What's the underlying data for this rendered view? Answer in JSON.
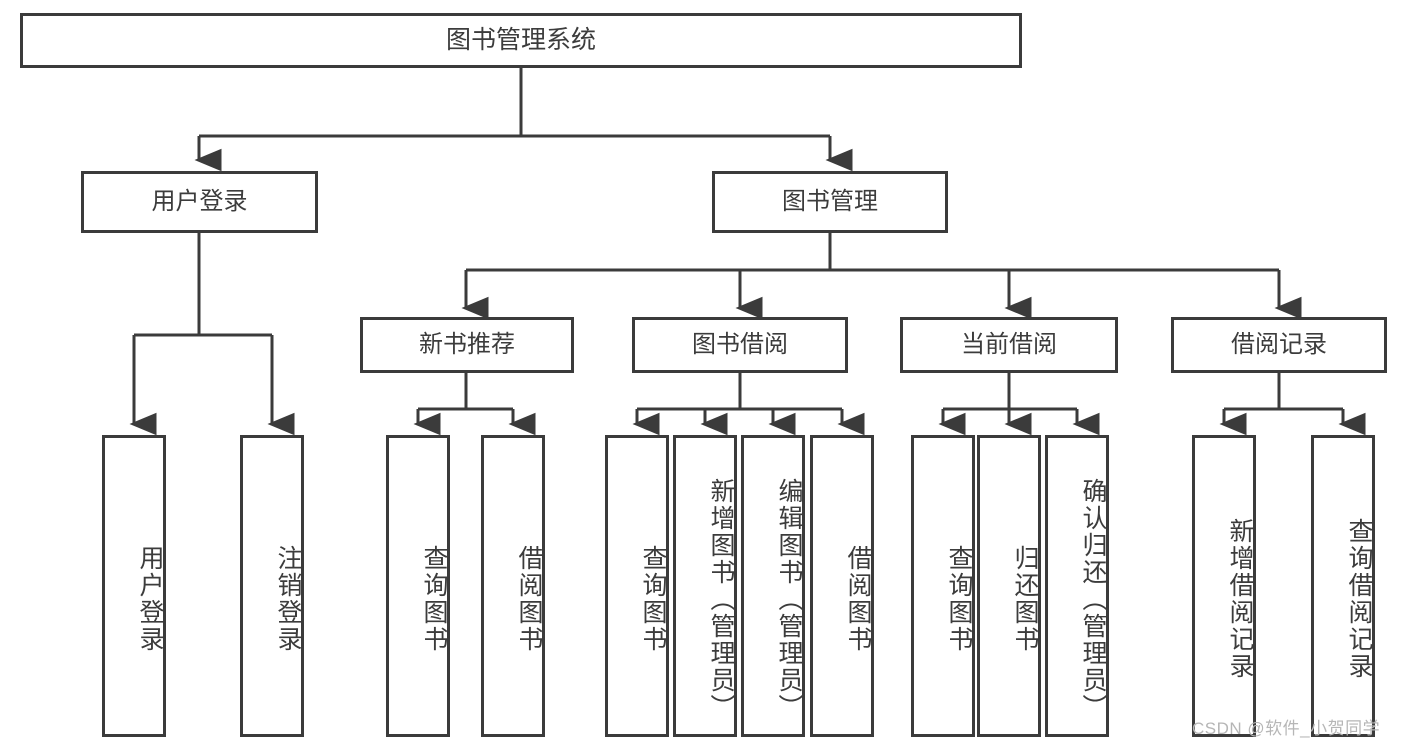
{
  "diagram": {
    "type": "tree-hierarchy-chart",
    "title": "图书管理系统",
    "colors": {
      "stroke": "#3b3b3b",
      "text": "#3c3c3c",
      "background": "#ffffff",
      "watermark": "#b6b6b6"
    },
    "root": {
      "label": "图书管理系统"
    },
    "level1": [
      {
        "label": "用户登录"
      },
      {
        "label": "图书管理"
      }
    ],
    "level2": [
      {
        "label": "新书推荐"
      },
      {
        "label": "图书借阅"
      },
      {
        "label": "当前借阅"
      },
      {
        "label": "借阅记录"
      }
    ],
    "leaves": {
      "user_login": [
        {
          "label": "用户登录"
        },
        {
          "label": "注销登录"
        }
      ],
      "new_book_recommend": [
        {
          "label": "查询图书"
        },
        {
          "label": "借阅图书"
        }
      ],
      "book_borrow": [
        {
          "label": "查询图书"
        },
        {
          "label": "新增图书（管理员）"
        },
        {
          "label": "编辑图书（管理员）"
        },
        {
          "label": "借阅图书"
        }
      ],
      "current_borrow": [
        {
          "label": "查询图书"
        },
        {
          "label": "归还图书"
        },
        {
          "label": "确认归还（管理员）"
        }
      ],
      "borrow_record": [
        {
          "label": "新增借阅记录"
        },
        {
          "label": "查询借阅记录"
        }
      ]
    }
  },
  "watermark": {
    "text": "CSDN @软件_小贺同学"
  }
}
